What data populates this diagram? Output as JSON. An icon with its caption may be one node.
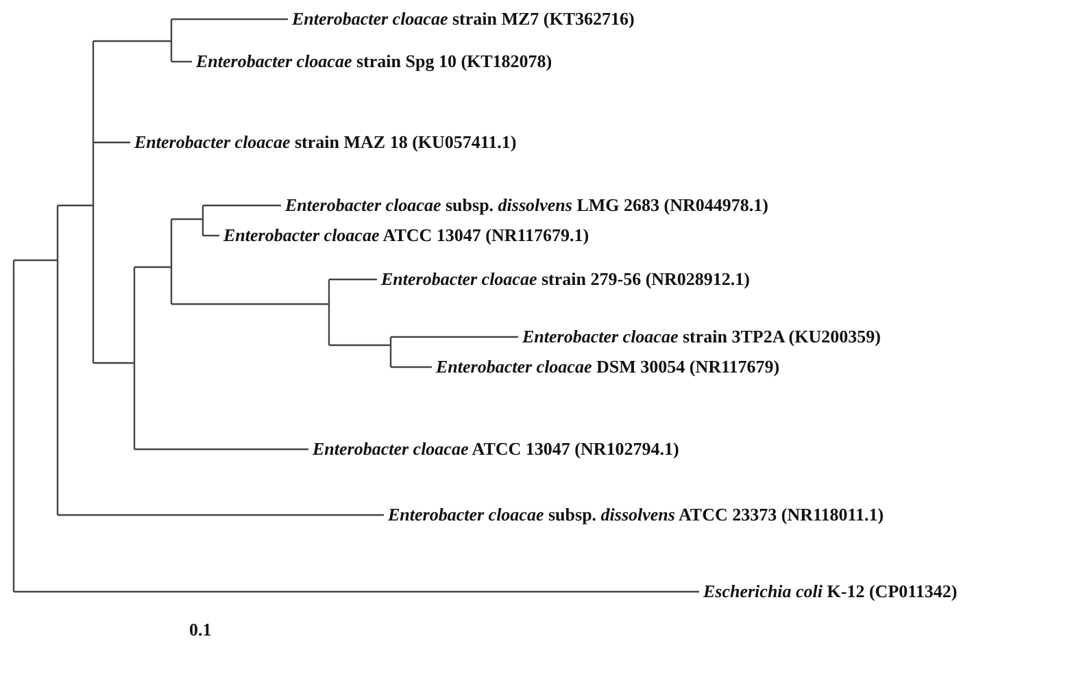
{
  "diagram": {
    "nodes": [
      {
        "text": [
          "*Enterobacter cloacae* strain MZ7 (KT362716)"
        ]
      },
      {
        "text": [
          "*Enterobacter cloacae* strain Spg 10 (KT182078)"
        ]
      },
      {
        "text": [
          "*Enterobacter cloacae* strain MAZ 18 (KU057411.1)"
        ]
      },
      {
        "text": [
          "*Enterobacter cloacae* subsp. *dissolvens* LMG 2683 (NR044978.1)"
        ]
      },
      {
        "text": [
          "*Enterobacter cloacae* ATCC 13047 (NR117679.1)"
        ]
      },
      {
        "text": [
          "*Enterobacter cloacae* strain 279-56 (NR028912.1)"
        ]
      },
      {
        "text": [
          "*Enterobacter cloacae* strain 3TP2A (KU200359)"
        ]
      },
      {
        "text": [
          "*Enterobacter cloacae* DSM 30054 (NR117679)"
        ]
      },
      {
        "text": [
          "*Enterobacter cloacae* ATCC 13047 (NR102794.1)"
        ]
      },
      {
        "text": [
          "*Enterobacter cloacae* subsp. *dissolvens* ATCC 23373 (NR118011.1)"
        ]
      },
      {
        "text": [
          "*Escherichia coli* K-12 (CP011342)"
        ]
      }
    ],
    "edges": [
      {
        "from": null,
        "to": 0,
        "arrow": "none"
      },
      {
        "from": null,
        "to": 1,
        "arrow": "none"
      },
      {
        "from": null,
        "to": 2,
        "arrow": "none"
      },
      {
        "from": null,
        "to": 3,
        "arrow": "none"
      },
      {
        "from": null,
        "to": 4,
        "arrow": "none"
      },
      {
        "from": null,
        "to": 5,
        "arrow": "none"
      },
      {
        "from": null,
        "to": 6,
        "arrow": "none"
      },
      {
        "from": null,
        "to": 7,
        "arrow": "none"
      },
      {
        "from": null,
        "to": 8,
        "arrow": "none"
      },
      {
        "from": null,
        "to": 9,
        "arrow": "none"
      },
      {
        "from": null,
        "to": 10,
        "arrow": "none"
      }
    ],
    "labels": [
      "0.1"
    ]
  }
}
